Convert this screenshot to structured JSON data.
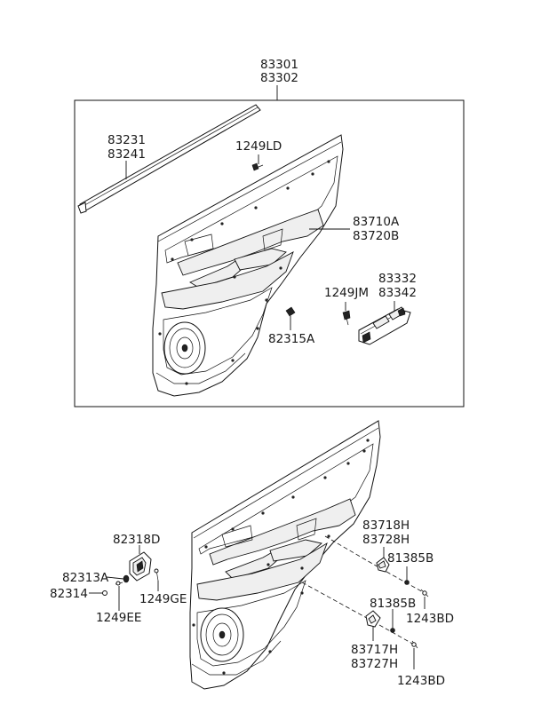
{
  "labels": {
    "door_trim_1": "83301",
    "door_trim_2": "83302",
    "weatherstrip_1": "83231",
    "weatherstrip_2": "83241",
    "screw_top": "1249LD",
    "armrest_1": "83710A",
    "armrest_2": "83720B",
    "switch_panel_1": "83332",
    "switch_panel_2": "83342",
    "screw_switch": "1249JM",
    "clip": "82315A",
    "handle_cover": "82318D",
    "cap": "82313A",
    "washer": "82314",
    "screw_ge": "1249GE",
    "screw_ee": "1249EE",
    "pull_upper_1": "83718H",
    "pull_upper_2": "83728H",
    "bracket_upper": "81385B",
    "bolt_upper": "1243BD",
    "bracket_lower": "81385B",
    "pull_lower_1": "83717H",
    "pull_lower_2": "83727H",
    "bolt_lower": "1243BD"
  }
}
